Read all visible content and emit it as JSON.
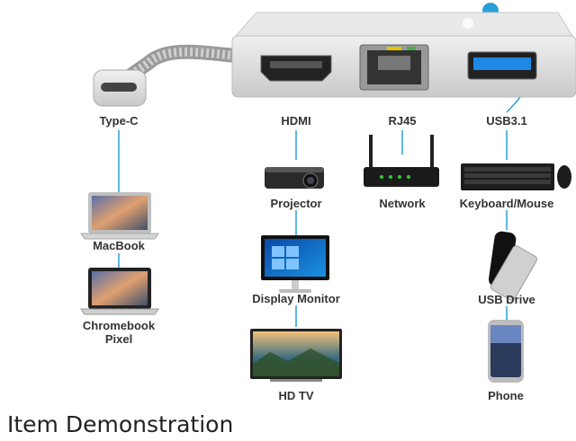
{
  "ports": {
    "typec": "Type-C",
    "hdmi": "HDMI",
    "rj45": "RJ45",
    "usb": "USB3.1"
  },
  "devices": {
    "macbook": "MacBook",
    "chromebook": "Chromebook\nPixel",
    "projector": "Projector",
    "monitor": "Display Monitor",
    "hdtv": "HD TV",
    "network": "Network",
    "keyboard": "Keyboard/Mouse",
    "usbdrive": "USB Drive",
    "phone": "Phone"
  },
  "caption": "Item Demonstration",
  "colors": {
    "connector": "#2a9fd6",
    "body": "#d8d8d8"
  }
}
